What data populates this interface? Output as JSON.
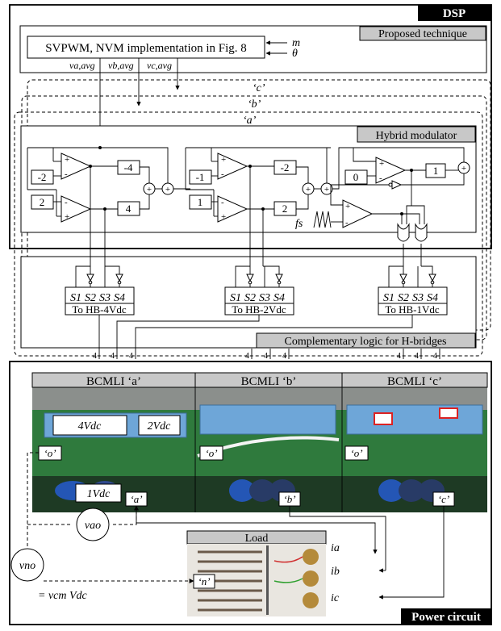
{
  "dsp": {
    "title": "DSP",
    "technique_label": "Proposed technique"
  },
  "svpwm": {
    "label": "SVPWM, NVM implementation in Fig. 8",
    "input_m": "m",
    "input_theta": "θ",
    "out_a": "va,avg",
    "out_b": "vb,avg",
    "out_c": "vc,avg"
  },
  "phase_tags": {
    "c": "‘c’",
    "b": "‘b’",
    "a": "‘a’"
  },
  "hybrid_modulator": {
    "title": "Hybrid modulator",
    "stage1": {
      "ref_low": "-2",
      "ref_high": "2",
      "gain_low": "-4",
      "gain_high": "4"
    },
    "stage2": {
      "ref_low": "-1",
      "ref_high": "1",
      "gain_low": "-2",
      "gain_high": "2"
    },
    "stage3": {
      "ref": "0",
      "gain": "1"
    },
    "carrier_label": "fs"
  },
  "hbridge_groups": [
    {
      "switches": [
        "S1",
        "S2",
        "S3",
        "S4"
      ],
      "target": "To HB-4Vdc"
    },
    {
      "switches": [
        "S1",
        "S2",
        "S3",
        "S4"
      ],
      "target": "To HB-2Vdc"
    },
    {
      "switches": [
        "S1",
        "S2",
        "S3",
        "S4"
      ],
      "target": "To HB-1Vdc"
    }
  ],
  "complementary_logic": {
    "title": "Complementary logic for H-bridges"
  },
  "bus_label": "4",
  "power_circuit": {
    "title": "Power circuit",
    "bcmli": [
      "BCMLI ‘a’",
      "BCMLI ‘b’",
      "BCMLI ‘c’"
    ],
    "cap_labels": {
      "v4": "4Vdc",
      "v2": "2Vdc",
      "v1": "1Vdc"
    },
    "node_o": "‘o’",
    "node_a": "‘a’",
    "node_b": "‘b’",
    "node_c": "‘c’",
    "v_ao": "vao",
    "load": "Load",
    "node_n": "‘n’",
    "currents": [
      "ia",
      "ib",
      "ic"
    ],
    "v_no": "vno",
    "v_no_eq": "= vcm Vdc"
  }
}
